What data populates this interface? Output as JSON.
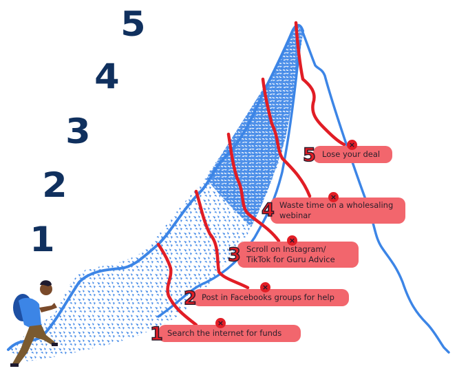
{
  "illustration": {
    "title_numbers": [
      "1",
      "2",
      "3",
      "4",
      "5"
    ],
    "colors": {
      "number_navy": "#10305e",
      "mountain_blue": "#3c85e6",
      "path_red": "#e11d25",
      "pill_fill": "#f2666d",
      "text_dark": "#2a1e2a"
    },
    "steps": [
      {
        "number": "1",
        "label_lines": [
          "Search the internet for funds"
        ],
        "badge": "×"
      },
      {
        "number": "2",
        "label_lines": [
          "Post in Facebooks groups for help"
        ],
        "badge": "×"
      },
      {
        "number": "3",
        "label_lines": [
          "Scroll on Instagram/",
          "TikTok for Guru Advice"
        ],
        "badge": "×"
      },
      {
        "number": "4",
        "label_lines": [
          "Waste time on a wholesaling",
          "webinar"
        ],
        "badge": "×"
      },
      {
        "number": "5",
        "label_lines": [
          "Lose your deal"
        ],
        "badge": "×"
      }
    ],
    "figure": "hiker-climbing-icon"
  }
}
